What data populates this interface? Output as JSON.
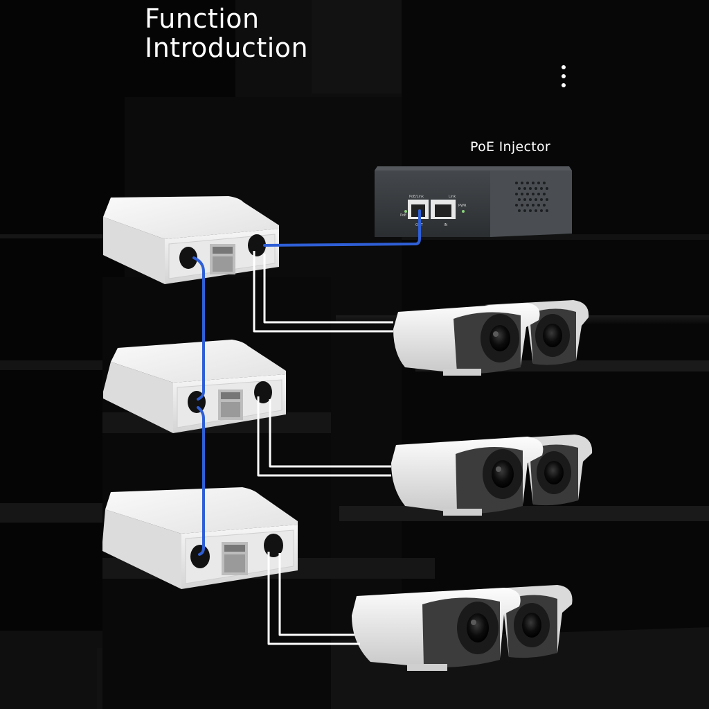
{
  "header": {
    "title_line1": "Function",
    "title_line2": "Introduction",
    "menu_icon": "more-vertical-icon"
  },
  "diagram": {
    "injector_label": "PoE Injector",
    "injector_port_labels": {
      "poe_link": "PoE/Link",
      "link": "Link",
      "poe": "PoE",
      "pwr": "PWR",
      "out": "OUT",
      "in": "IN"
    },
    "extender_count": 3,
    "camera_count": 3,
    "colors": {
      "background": "#050505",
      "shelf": "#141414",
      "uplink_cable": "#2f5fd6",
      "camera_cable": "#ffffff",
      "device_body": "#eeeeee",
      "injector_body": "#3a3d40"
    }
  }
}
